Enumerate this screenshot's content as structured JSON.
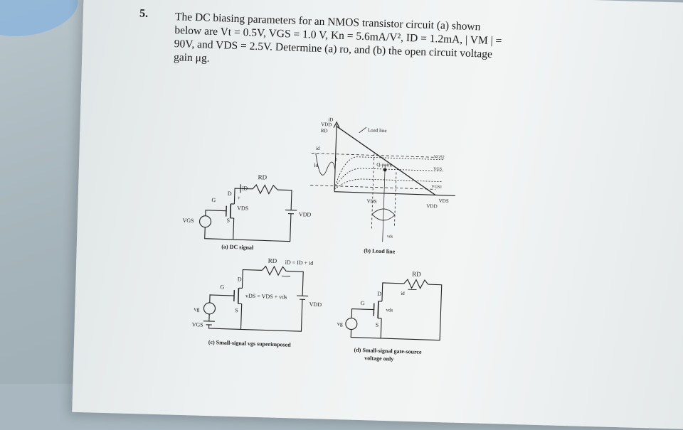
{
  "problem": {
    "number": "5.",
    "lines": [
      "The DC biasing parameters for an NMOS transistor circuit (a) shown",
      "below are Vt = 0.5V, VGS = 1.0 V, Kn = 5.6mA/V², ID = 1.2mA, | VM | =",
      "90V, and VDS = 2.5V. Determine (a) ro, and (b) the open circuit voltage",
      "gain μg."
    ]
  },
  "figure": {
    "a": {
      "caption": "(a) DC signal",
      "labels": {
        "rd": "RD",
        "id": "iD",
        "d": "D",
        "g": "G",
        "s": "S",
        "vds": "VDS",
        "vdd": "VDD",
        "vgs": "VGS",
        "plus": "+"
      }
    },
    "b": {
      "caption": "(b) Load line",
      "labels": {
        "id_axis": "iD",
        "vdd_rd_top": "VDD",
        "vdd_rd_bottom": "RD",
        "load_line": "Load line",
        "q_point": "Q-point",
        "vgs2": "VGS2",
        "vgs": "VGS",
        "vgs1": "VGS1",
        "vds_axis": "VDS",
        "vds": "VDS",
        "vdd": "VDD",
        "id_small": "id",
        "Id": "Id",
        "t": "t",
        "vds_small": "vds"
      }
    },
    "c": {
      "caption": "(c) Small-signal vgs superimposed",
      "labels": {
        "rd": "RD",
        "id_eq": "iD = ID + id",
        "d": "D",
        "g": "G",
        "s": "S",
        "vds_eq": "vDS = VDS + vds",
        "vdd": "VDD",
        "vg": "vg",
        "vgs": "VGS"
      }
    },
    "d": {
      "caption_line1": "(d) Small-signal gate-source",
      "caption_line2": "voltage only",
      "labels": {
        "rd": "RD",
        "id": "id",
        "d": "D",
        "g": "G",
        "s": "S",
        "vds": "vds",
        "vg": "vg"
      }
    }
  }
}
